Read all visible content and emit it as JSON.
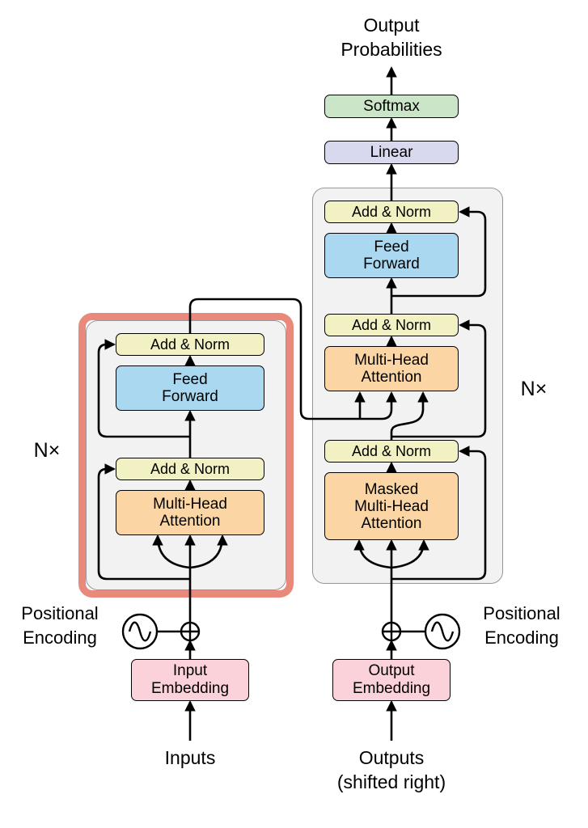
{
  "diagram": {
    "output": {
      "line1": "Output",
      "line2": "Probabilities"
    },
    "softmax_label": "Softmax",
    "linear_label": "Linear",
    "decoder": {
      "add_norm_1": "Add & Norm",
      "feed_forward": {
        "line1": "Feed",
        "line2": "Forward"
      },
      "add_norm_2": "Add & Norm",
      "multi_head": {
        "line1": "Multi-Head",
        "line2": "Attention"
      },
      "add_norm_3": "Add & Norm",
      "masked": {
        "line1": "Masked",
        "line2": "Multi-Head",
        "line3": "Attention"
      },
      "n_label": "N×"
    },
    "encoder": {
      "add_norm_1": "Add & Norm",
      "feed_forward": {
        "line1": "Feed",
        "line2": "Forward"
      },
      "add_norm_2": "Add & Norm",
      "multi_head": {
        "line1": "Multi-Head",
        "line2": "Attention"
      },
      "n_label": "N×"
    },
    "left": {
      "positional": {
        "line1": "Positional",
        "line2": "Encoding"
      },
      "embedding": {
        "line1": "Input",
        "line2": "Embedding"
      },
      "input_label": "Inputs"
    },
    "right": {
      "positional": {
        "line1": "Positional",
        "line2": "Encoding"
      },
      "embedding": {
        "line1": "Output",
        "line2": "Embedding"
      },
      "outputs": {
        "line1": "Outputs",
        "line2": "(shifted right)"
      }
    }
  },
  "colors": {
    "softmax_fill": "#cbe5c8",
    "linear_fill": "#d8d8ee",
    "add_norm_fill": "#f1f1c3",
    "feed_forward_fill": "#a9d8f0",
    "attention_fill": "#fbd6a4",
    "embedding_fill": "#fbd2da",
    "container_fill": "#f2f2f3",
    "container_border": "#96969a",
    "highlight": "#e9897c",
    "line": "#000000"
  }
}
